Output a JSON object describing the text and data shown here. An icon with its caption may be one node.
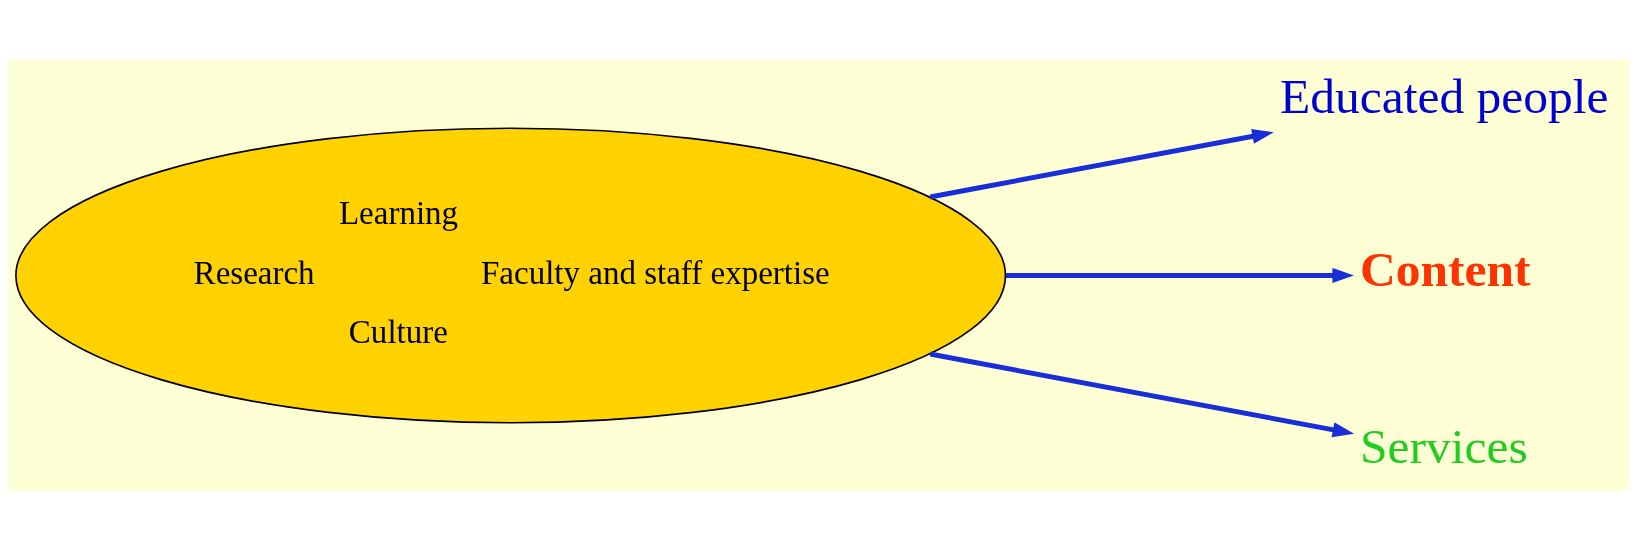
{
  "diagram": {
    "nodes": [
      {
        "text": [
          "Learning",
          "Research",
          "Faculty and staff expertise",
          "Culture"
        ]
      },
      {
        "text": [
          "Educated people"
        ]
      },
      {
        "text": [
          "Content"
        ]
      },
      {
        "text": [
          "Services"
        ]
      }
    ],
    "edges": [
      {
        "from": 0,
        "to": 1,
        "arrow": "to",
        "color": "#1a2ed8"
      },
      {
        "from": 0,
        "to": 2,
        "arrow": "to",
        "color": "#1a2ed8"
      },
      {
        "from": 0,
        "to": 3,
        "arrow": "to",
        "color": "#1a2ed8"
      }
    ]
  }
}
